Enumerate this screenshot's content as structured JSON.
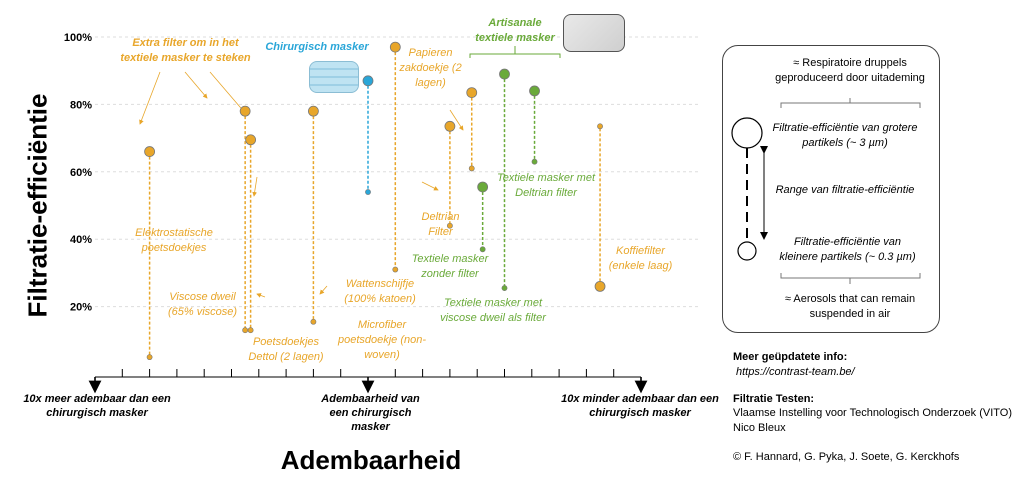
{
  "chart_data": {
    "type": "scatter",
    "ylabel": "Filtratie-efficiëntie",
    "xlabel": "Adembaarheid",
    "ylim": [
      0,
      100
    ],
    "yticks": [
      "100%",
      "80%",
      "60%",
      "40%",
      "20%"
    ],
    "xlim": [
      -1,
      1
    ],
    "xtick_labels": [
      "10x meer adembaar dan een chirurgisch masker",
      "Adembaarheid van een chirurgisch masker",
      "10x minder adembaar dan een chirurgisch masker"
    ],
    "colors": {
      "extra_filter": "#e8a62a",
      "surgical": "#2aa6d8",
      "artisanal": "#6aaa3a"
    },
    "groups": {
      "extra_filter": "Extra filter om in het textiele masker te steken",
      "surgical": "Chirurgisch masker",
      "artisanal": "Artisanale textiele masker"
    },
    "points": [
      {
        "label": "Elektrostatische poetsdoekjes",
        "x": -0.8,
        "large": 66,
        "small": 5,
        "group": "extra_filter"
      },
      {
        "label": "Viscose dweil (65% viscose)",
        "x": -0.45,
        "large": 78,
        "small": 13,
        "group": "extra_filter"
      },
      {
        "label": "Poetsdoekjes Dettol (2 lagen)",
        "x": -0.43,
        "large": 69.5,
        "small": 13,
        "group": "extra_filter"
      },
      {
        "label": "Microfiber poetsdoekje (non-woven)",
        "x": -0.2,
        "large": 78,
        "small": 15.5,
        "group": "extra_filter"
      },
      {
        "label": "Chirurgisch masker",
        "x": 0.0,
        "large": 87,
        "small": 54,
        "group": "surgical"
      },
      {
        "label": "Wattenschijfje (100% katoen)",
        "x": 0.1,
        "large": 97,
        "small": 31,
        "group": "extra_filter"
      },
      {
        "label": "Deltrian Filter",
        "x": 0.3,
        "large": 73.5,
        "small": 44,
        "group": "extra_filter"
      },
      {
        "label": "Papieren zakdoekje (2 lagen)",
        "x": 0.38,
        "large": 83.5,
        "small": 61,
        "group": "extra_filter"
      },
      {
        "label": "Textiele masker zonder filter",
        "x": 0.42,
        "large": 55.5,
        "small": 37,
        "group": "artisanal"
      },
      {
        "label": "Textiele masker met viscose dweil als filter",
        "x": 0.5,
        "large": 89,
        "small": 25.5,
        "group": "artisanal"
      },
      {
        "label": "Textiele masker met Deltrian filter",
        "x": 0.61,
        "large": 84,
        "small": 63,
        "group": "artisanal"
      },
      {
        "label": "Koffiefilter (enkele laag)",
        "x": 0.85,
        "large": 26,
        "small": 73.5,
        "group": "extra_filter"
      }
    ]
  },
  "annotations": {
    "extra_filter_title": "Extra filter om in het textiele masker te steken",
    "surgical_title": "Chirurgisch masker",
    "artisanal_title": "Artisanale textiele masker",
    "elektro": "Elektrostatische poetsdoekjes",
    "viscose": "Viscose dweil (65% viscose)",
    "dettol": "Poetsdoekjes Dettol (2 lagen)",
    "microfiber": "Microfiber poetsdoekje (non-woven)",
    "watten": "Wattenschijfje (100% katoen)",
    "deltrian": "Deltrian Filter",
    "papieren": "Papieren zakdoekje (2 lagen)",
    "tm_zonder": "Textiele masker zonder filter",
    "tm_viscose": "Textiele masker met viscose dweil als filter",
    "tm_deltrian": "Textiele masker met Deltrian filter",
    "koffie": "Koffiefilter (enkele laag)"
  },
  "legend": {
    "top": "≈ Respiratoire druppels geproduceerd door uitademing",
    "large": "Filtratie-efficiëntie van grotere partikels (~ 3 µm)",
    "range": "Range van filtratie-efficiëntie",
    "small": "Filtratie-efficiëntie van kleinere partikels (~ 0.3 µm)",
    "bottom": "≈ Aerosols that can remain suspended in air"
  },
  "info": {
    "more_title": "Meer geüpdatete info:",
    "url": "https://contrast-team.be/",
    "testing_title": "Filtratie Testen:",
    "org": "Vlaamse Instelling voor Technologisch Onderzoek (VITO)",
    "person": "Nico Bleux",
    "copyright": "© F. Hannard, G. Pyka, J. Soete, G. Kerckhofs"
  }
}
